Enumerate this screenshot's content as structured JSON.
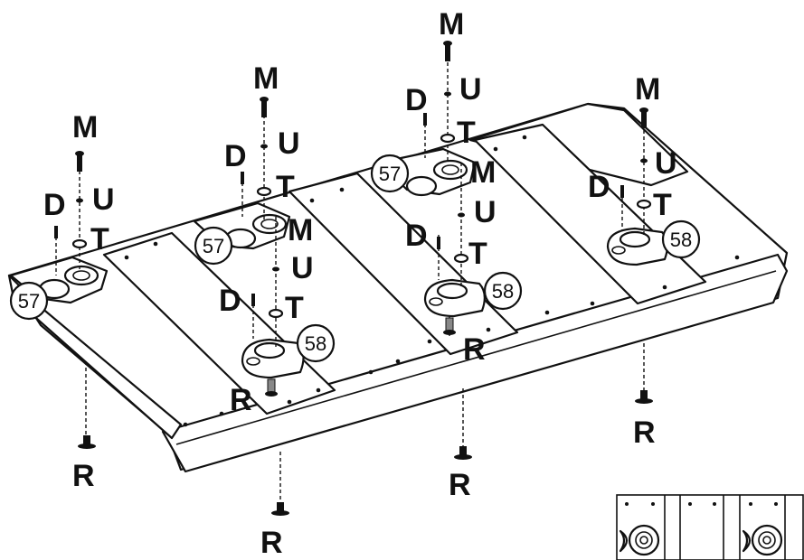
{
  "labels": {
    "M": "M",
    "U": "U",
    "T": "T",
    "D": "D",
    "R": "R"
  },
  "callouts": {
    "bracket": "57",
    "clamp": "58"
  },
  "colors": {
    "line": "#111111",
    "background": "#ffffff"
  },
  "icons": [
    "screw-m-icon",
    "washer-u-icon",
    "washer-t-icon",
    "dowel-d-icon",
    "foot-r-icon",
    "bracket-57-icon",
    "clamp-58-icon"
  ]
}
